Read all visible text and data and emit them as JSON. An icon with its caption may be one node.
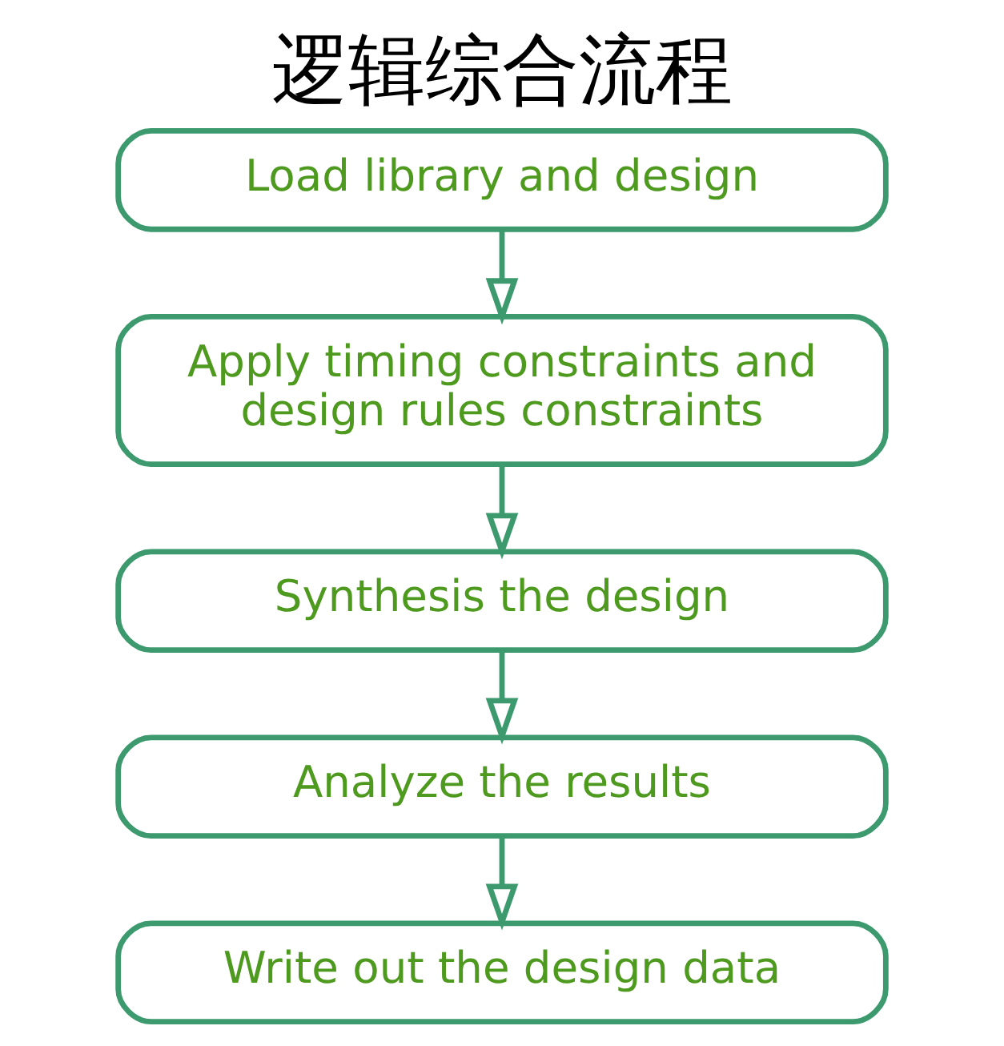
{
  "diagram": {
    "title": "逻辑综合流程",
    "nodes": [
      {
        "text": [
          "Load library and design"
        ]
      },
      {
        "text": [
          "Apply timing constraints and design rules constraints"
        ]
      },
      {
        "text": [
          "Synthesis the design"
        ]
      },
      {
        "text": [
          "Analyze the results"
        ]
      },
      {
        "text": [
          "Write out the design data"
        ]
      }
    ],
    "edges": [
      {
        "from": 0,
        "to": 1,
        "arrow": "to"
      },
      {
        "from": 1,
        "to": 2,
        "arrow": "to"
      },
      {
        "from": 2,
        "to": 3,
        "arrow": "to"
      },
      {
        "from": 3,
        "to": 4,
        "arrow": "to"
      }
    ]
  }
}
